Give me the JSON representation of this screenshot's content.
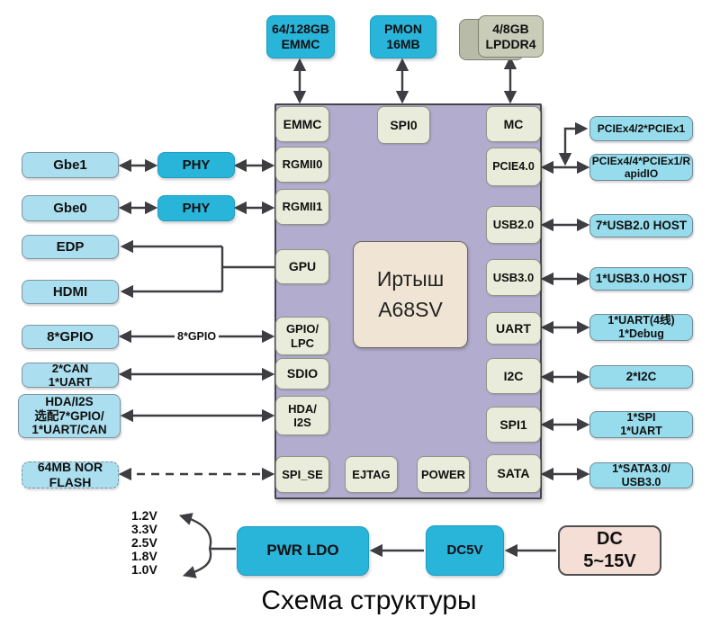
{
  "title": "Схема структуры",
  "palette": {
    "cyan": "#29b4da",
    "left_blue": "#abdeee",
    "right_blue": "#97dcec",
    "port_green": "#e9ecda",
    "soc_purple": "#b2adcf",
    "chip_beige": "#f0e5d4",
    "memory_khaki": "#c9ccb9",
    "dc_pink": "#f4ded5",
    "arrow": "#3e3e42"
  },
  "memory": {
    "emmc": "64/128GB\nEMMC",
    "pmon": "PMON\n16MB",
    "lpddr4": "4/8GB\nLPDDR4"
  },
  "left": {
    "gbe1": "Gbe1",
    "gbe0": "Gbe0",
    "phy_upper": "PHY",
    "phy_lower": "PHY",
    "edp": "EDP",
    "hdmi": "HDMI",
    "gpio8": "8*GPIO",
    "can_uart": "2*CAN\n1*UART",
    "hda_opt": "HDA/I2S\n选配7*GPIO/\n1*UART/CAN",
    "nor_flash": "64MB NOR\nFLASH"
  },
  "chip": {
    "name": "Иртыш\nA68SV",
    "ports": {
      "emmc": "EMMC",
      "rgmii0": "RGMII0",
      "rgmii1": "RGMII1",
      "gpu": "GPU",
      "gpio_lpc": "GPIO/\nLPC",
      "sdio": "SDIO",
      "hda_i2s": "HDA/\nI2S",
      "spi_se": "SPI_SE",
      "spi0": "SPI0",
      "mc": "MC",
      "pcie": "PCIE4.0",
      "usb2": "USB2.0",
      "usb3": "USB3.0",
      "uart": "UART",
      "i2c": "I2C",
      "spi1": "SPI1",
      "sata": "SATA",
      "ejtag": "EJTAG",
      "power": "POWER"
    }
  },
  "right": {
    "pcie_x2": "PCIEx4/2*PCIEx1",
    "pcie_x4": "PCIEx4/4*PCIEx1/R\napidIO",
    "usb2_host": "7*USB2.0 HOST",
    "usb3_host": "1*USB3.0 HOST",
    "uart_debug": "1*UART(4线)\n1*Debug",
    "i2c_2": "2*I2C",
    "spi_uart": "1*SPI\n1*UART",
    "sata_usb": "1*SATA3.0/\nUSB3.0"
  },
  "power": {
    "pwr_ldo": "PWR LDO",
    "dc5v": "DC5V",
    "dc_input": "DC\n5~15V"
  },
  "labels": {
    "gpio_bus": "8*GPIO"
  },
  "voltages": [
    "1.2V",
    "3.3V",
    "2.5V",
    "1.8V",
    "1.0V"
  ]
}
